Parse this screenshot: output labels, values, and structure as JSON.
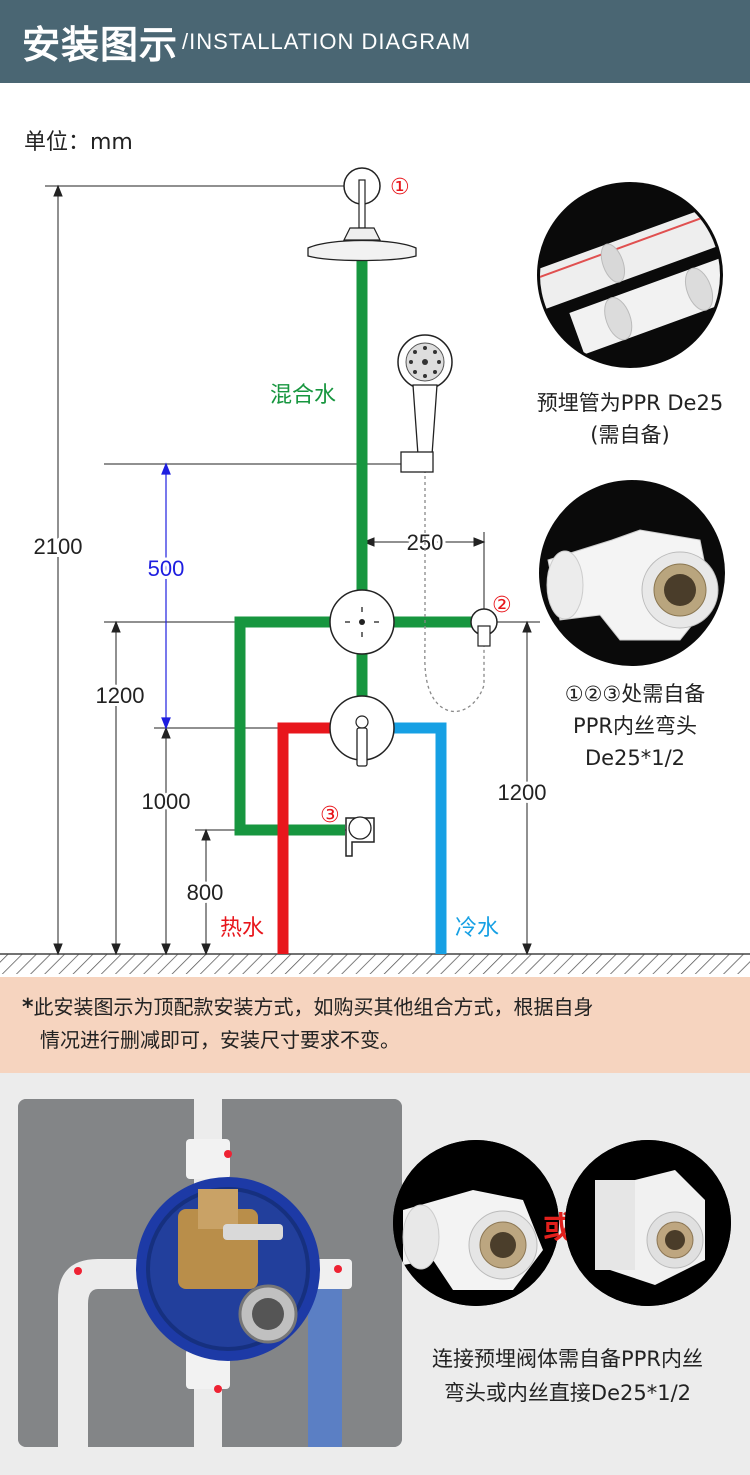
{
  "header": {
    "title_cn": "安装图示",
    "title_en": "/INSTALLATION DIAGRAM"
  },
  "unit_label": "单位：mm",
  "dimensions": {
    "d2100": "2100",
    "d500": "500",
    "d250": "250",
    "d1200_left": "1200",
    "d1000": "1000",
    "d800": "800",
    "d1200_right": "1200"
  },
  "pipe_labels": {
    "mixed": "混合水",
    "hot": "热水",
    "cold": "冷水"
  },
  "markers": {
    "m1": "①",
    "m2": "②",
    "m3": "③"
  },
  "captions": {
    "ppr_line1": "预埋管为PPR De25",
    "ppr_line2": "(需自备)",
    "elbow_line1": "①②③处需自备",
    "elbow_line2": "PPR内丝弯头",
    "elbow_line3": "De25*1/2",
    "connect_line1": "连接预埋阀体需自备PPR内丝",
    "connect_line2": "弯头或内丝直接De25*1/2"
  },
  "or_label": "或",
  "note": {
    "star": "*",
    "line1": "此安装图示为顶配款安装方式，如购买其他组合方式，根据自身",
    "line2": "情况进行删减即可，安装尺寸要求不变。"
  },
  "colors": {
    "header_bg": "#4a6673",
    "mixed_pipe": "#17963f",
    "hot_pipe": "#e8161c",
    "cold_pipe": "#16a0e4",
    "dim_blue": "#1e1ee0",
    "marker_red": "#e8161c",
    "note_bg": "#f6d4bf"
  }
}
